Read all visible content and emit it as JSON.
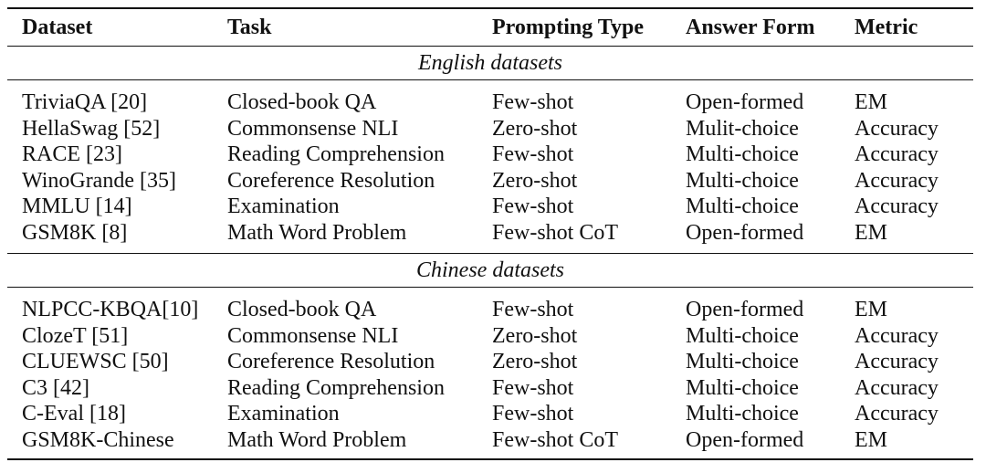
{
  "headers": [
    "Dataset",
    "Task",
    "Prompting Type",
    "Answer Form",
    "Metric"
  ],
  "sections": [
    {
      "title": "English datasets",
      "rows": [
        [
          "TriviaQA [20]",
          "Closed-book QA",
          "Few-shot",
          "Open-formed",
          "EM"
        ],
        [
          "HellaSwag [52]",
          "Commonsense NLI",
          "Zero-shot",
          "Mulit-choice",
          "Accuracy"
        ],
        [
          "RACE [23]",
          "Reading Comprehension",
          "Few-shot",
          "Multi-choice",
          "Accuracy"
        ],
        [
          "WinoGrande [35]",
          "Coreference Resolution",
          "Zero-shot",
          "Multi-choice",
          "Accuracy"
        ],
        [
          "MMLU [14]",
          "Examination",
          "Few-shot",
          "Multi-choice",
          "Accuracy"
        ],
        [
          "GSM8K [8]",
          "Math Word Problem",
          "Few-shot CoT",
          "Open-formed",
          "EM"
        ]
      ]
    },
    {
      "title": "Chinese datasets",
      "rows": [
        [
          "NLPCC-KBQA[10]",
          "Closed-book QA",
          "Few-shot",
          "Open-formed",
          "EM"
        ],
        [
          "ClozeT [51]",
          "Commonsense NLI",
          "Zero-shot",
          "Multi-choice",
          "Accuracy"
        ],
        [
          "CLUEWSC [50]",
          "Coreference Resolution",
          "Zero-shot",
          "Multi-choice",
          "Accuracy"
        ],
        [
          "C3 [42]",
          "Reading Comprehension",
          "Few-shot",
          "Multi-choice",
          "Accuracy"
        ],
        [
          "C-Eval [18]",
          "Examination",
          "Few-shot",
          "Multi-choice",
          "Accuracy"
        ],
        [
          "GSM8K-Chinese",
          "Math Word Problem",
          "Few-shot CoT",
          "Open-formed",
          "EM"
        ]
      ]
    }
  ]
}
